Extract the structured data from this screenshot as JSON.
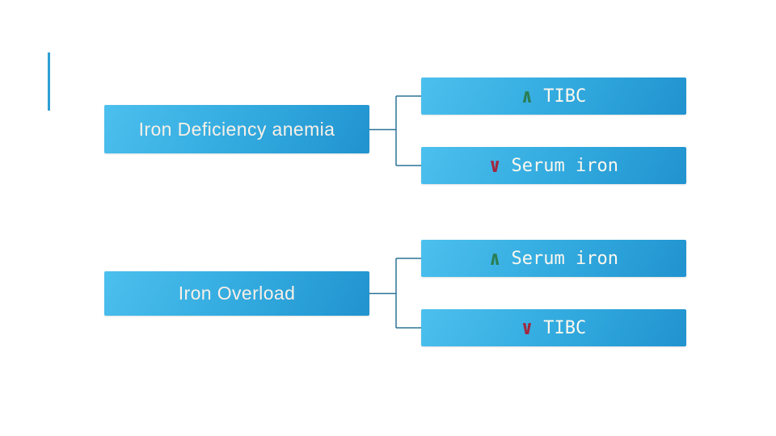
{
  "slide": {
    "background_color": "#ffffff",
    "accent_bar_color": "#2e9fd4",
    "box_fill_light": "#4cc0ee",
    "box_fill_dark": "#2193cf",
    "connector_color": "#2b7396",
    "parent_text_color": "#f8f0e7",
    "child_text_color": "#fdf8ee",
    "up_arrow_color": "#2a7e53",
    "down_arrow_color": "#a22840"
  },
  "groups": [
    {
      "parent": "Iron Deficiency anemia",
      "children": [
        {
          "arrow": "∧",
          "direction": "up",
          "label": "TIBC"
        },
        {
          "arrow": "∨",
          "direction": "down",
          "label": "Serum iron"
        }
      ]
    },
    {
      "parent": "Iron Overload",
      "children": [
        {
          "arrow": "∧",
          "direction": "up",
          "label": "Serum iron"
        },
        {
          "arrow": "∨",
          "direction": "down",
          "label": "TIBC"
        }
      ]
    }
  ]
}
